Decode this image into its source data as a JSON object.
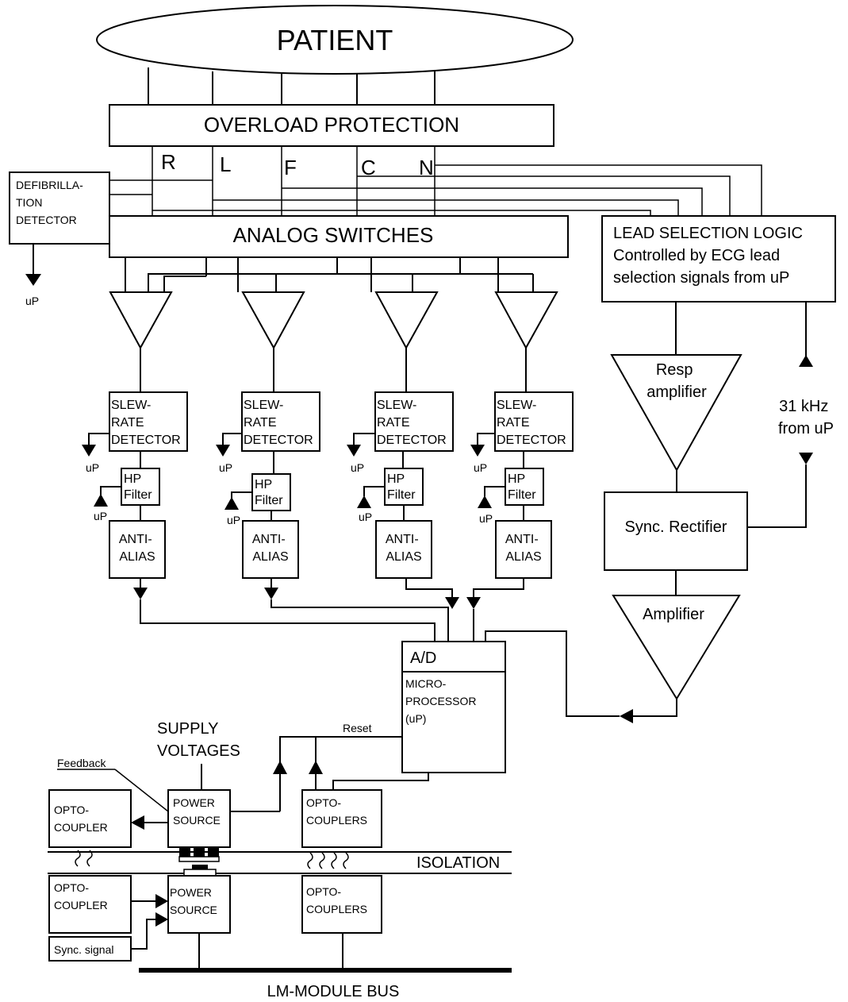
{
  "patient": "PATIENT",
  "overload_protection": "OVERLOAD PROTECTION",
  "leads": [
    "R",
    "L",
    "F",
    "C",
    "N"
  ],
  "defib_detector": [
    "DEFIBRILLA-",
    "TION",
    "DETECTOR"
  ],
  "up": "uP",
  "analog_switches": "ANALOG SWITCHES",
  "lead_selection": [
    "LEAD SELECTION LOGIC",
    "Controlled by ECG lead",
    "selection signals from uP"
  ],
  "slew_rate_detector": [
    "SLEW-",
    "RATE",
    "DETECTOR"
  ],
  "hp_filter": [
    "HP",
    "Filter"
  ],
  "anti_alias": [
    "ANTI-",
    "ALIAS"
  ],
  "resp_amplifier": [
    "Resp",
    "amplifier"
  ],
  "khz_label": [
    "31 kHz",
    "from uP"
  ],
  "sync_rectifier": "Sync. Rectifier",
  "amplifier": "Amplifier",
  "ad": "A/D",
  "microprocessor": [
    "MICRO-",
    "PROCESSOR",
    "(uP)"
  ],
  "reset": "Reset",
  "supply_voltages": [
    "SUPPLY",
    "VOLTAGES"
  ],
  "feedback": "Feedback",
  "opto_coupler": [
    "OPTO-",
    "COUPLER"
  ],
  "power_source": [
    "POWER",
    "SOURCE"
  ],
  "opto_couplers": [
    "OPTO-",
    "COUPLERS"
  ],
  "isolation": "ISOLATION",
  "sync_signal": "Sync. signal",
  "lm_module_bus": "LM-MODULE BUS"
}
